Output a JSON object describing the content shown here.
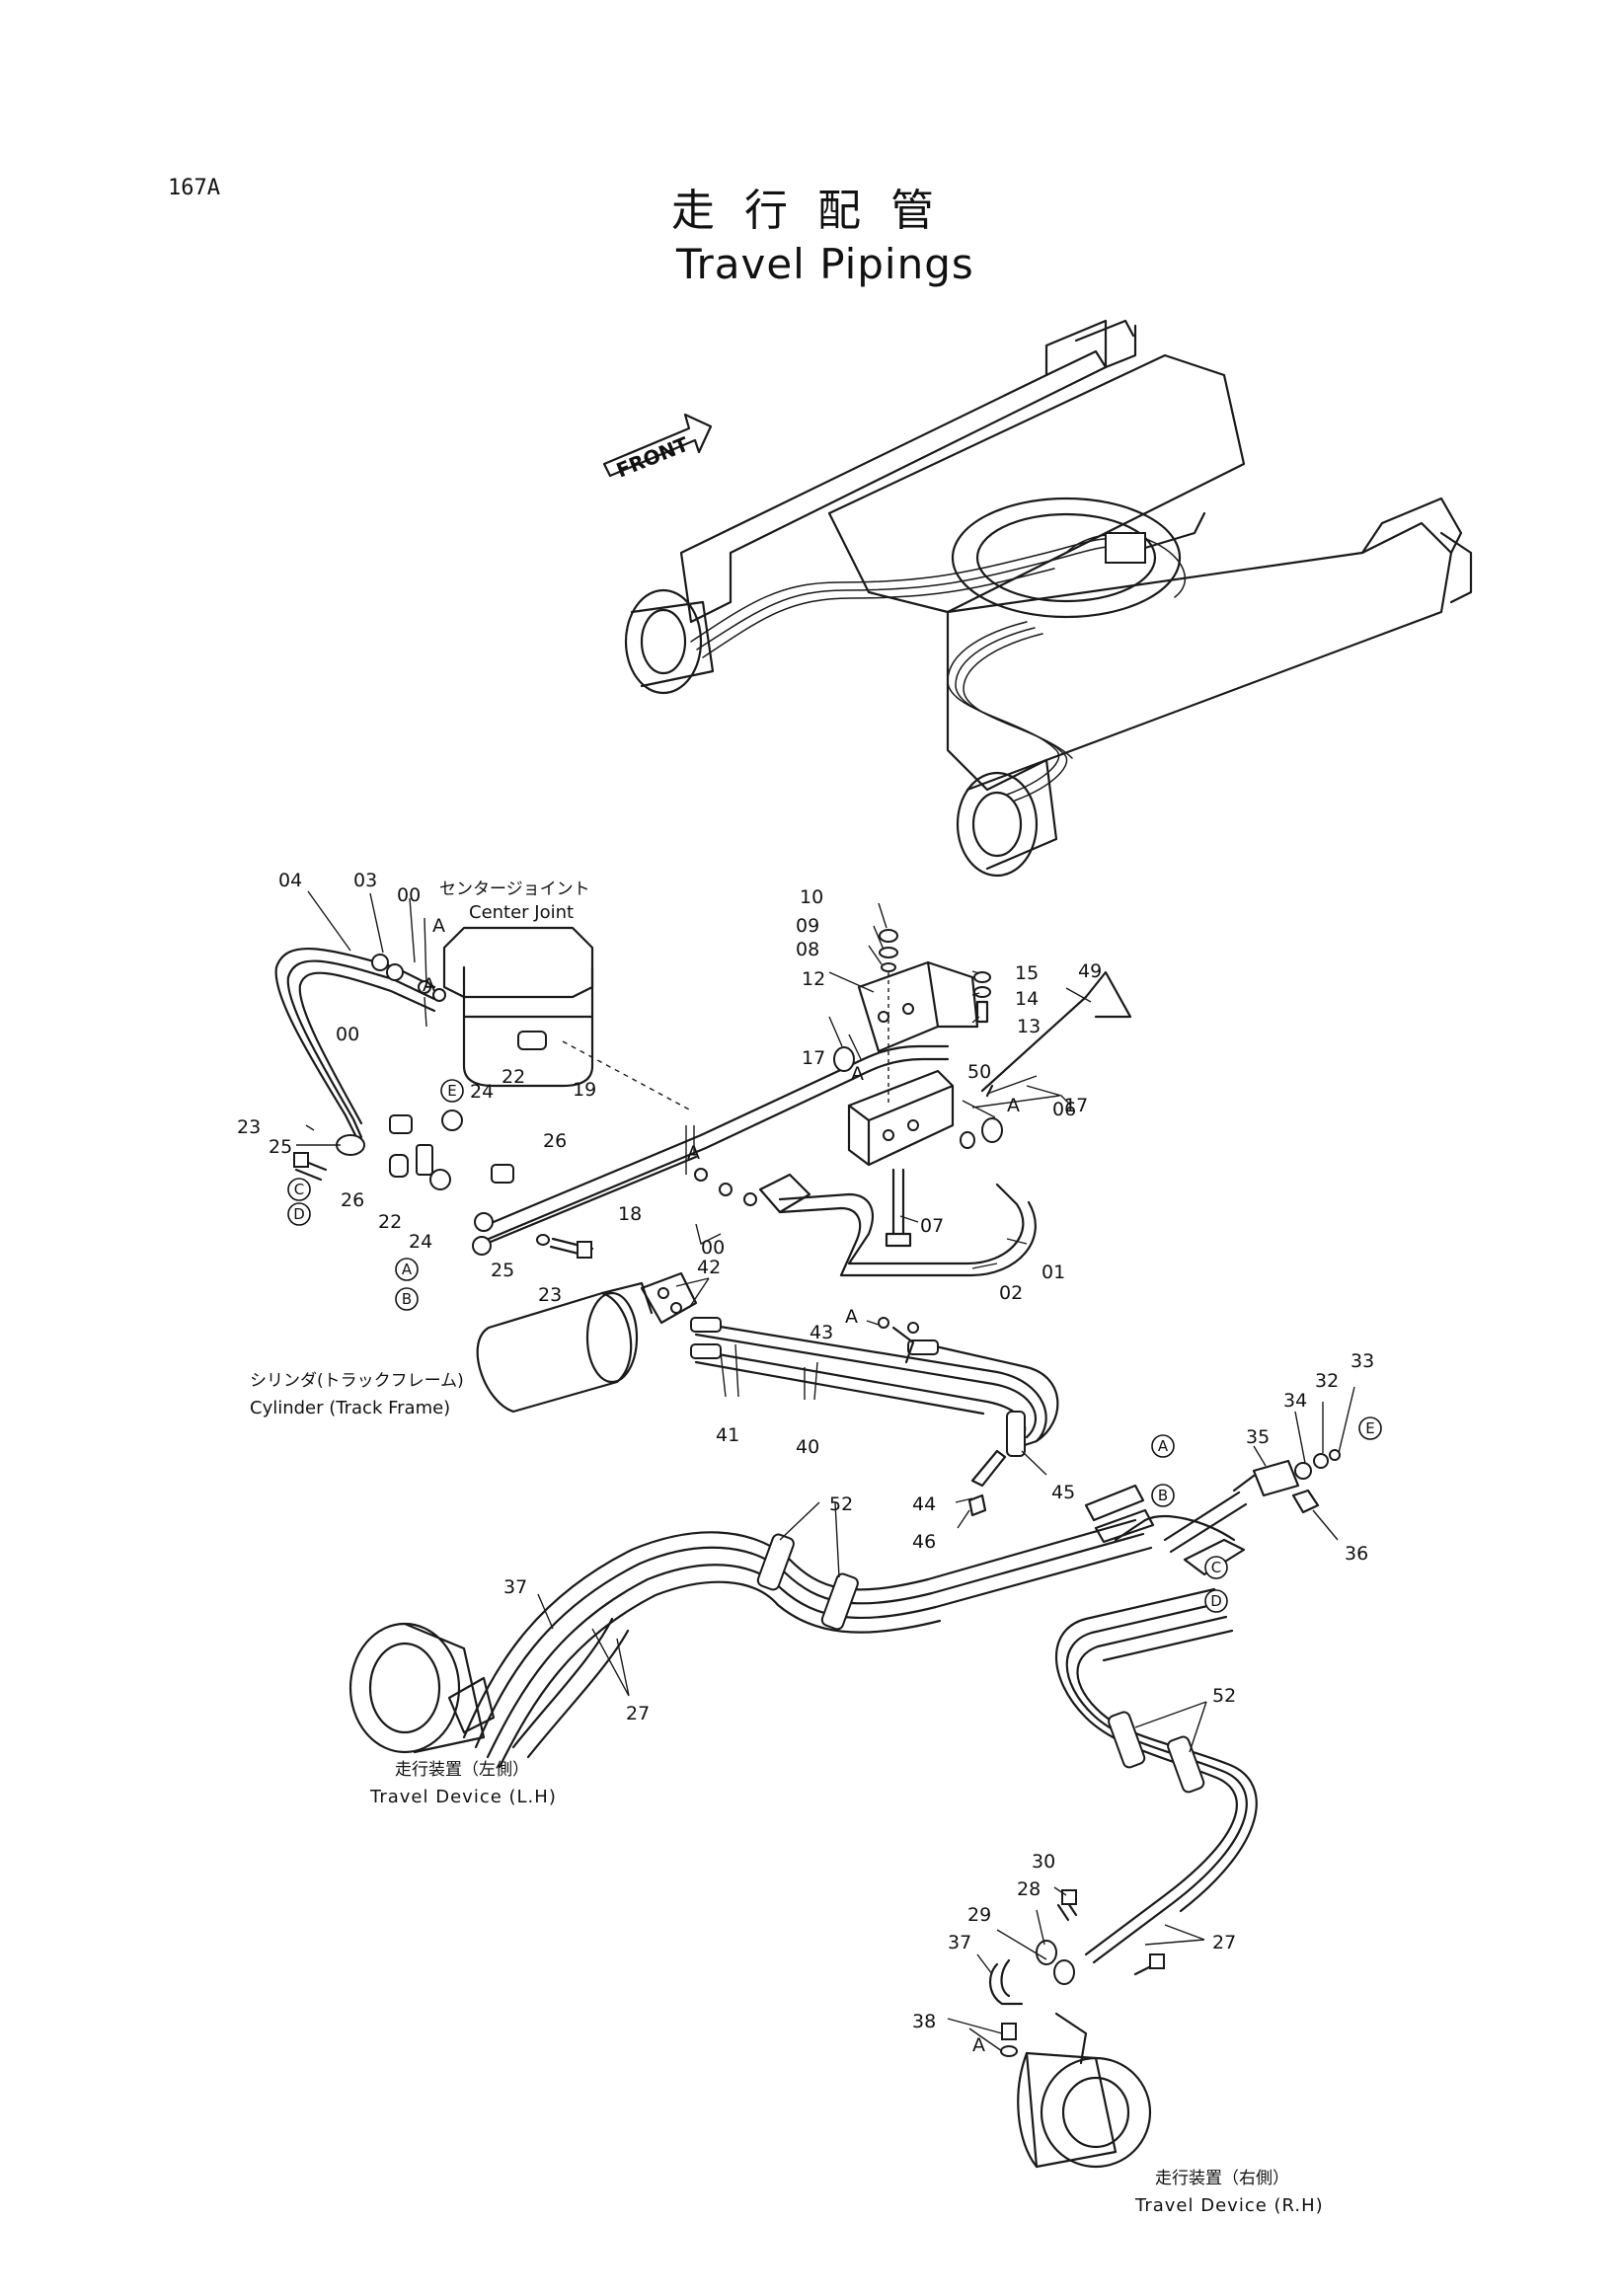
{
  "page_number": "167A",
  "title_jp": "走行配管",
  "title_en": "Travel Pipings",
  "front_label": "FRONT",
  "captions": {
    "center_joint_jp": "センタージョイント",
    "center_joint_en": "Center Joint",
    "cylinder_jp": "シリンダ(トラックフレーム)",
    "cylinder_en": "Cylinder (Track Frame)",
    "travel_lh_jp": "走行装置（左側）",
    "travel_lh_en": "Travel Device (L.H)",
    "travel_rh_jp": "走行装置（右側）",
    "travel_rh_en": "Travel Device (R.H)"
  },
  "connection_marks": [
    "A",
    "B",
    "C",
    "D",
    "E"
  ],
  "part_numbers": {
    "p04": "04",
    "p03": "03",
    "p00a": "00",
    "p00b": "00",
    "p00c": "00",
    "pA1": "A",
    "pA2": "A",
    "pA3": "A",
    "pA4": "A",
    "pA5": "A",
    "pA6": "A",
    "pA7": "A",
    "p23a": "23",
    "p25a": "25",
    "p26a": "26",
    "p22a": "22",
    "p24a": "24",
    "p24b": "24",
    "p22b": "22",
    "p26b": "26",
    "p19": "19",
    "p18": "18",
    "p25b": "25",
    "p23b": "23",
    "p10": "10",
    "p09": "09",
    "p08": "08",
    "p12": "12",
    "p15": "15",
    "p14": "14",
    "p13": "13",
    "p49": "49",
    "p50": "50",
    "p17a": "17",
    "p06": "06",
    "p17b": "17",
    "p07": "07",
    "p01": "01",
    "p02": "02",
    "p42": "42",
    "p43": "43",
    "p41": "41",
    "p40": "40",
    "p45": "45",
    "p44": "44",
    "p46": "46",
    "p35": "35",
    "p34": "34",
    "p32": "32",
    "p33": "33",
    "p36": "36",
    "p52a": "52",
    "p37a": "37",
    "p27a": "27",
    "p52b": "52",
    "p30": "30",
    "p28": "28",
    "p29": "29",
    "p37b": "37",
    "p27b": "27",
    "p38": "38"
  }
}
